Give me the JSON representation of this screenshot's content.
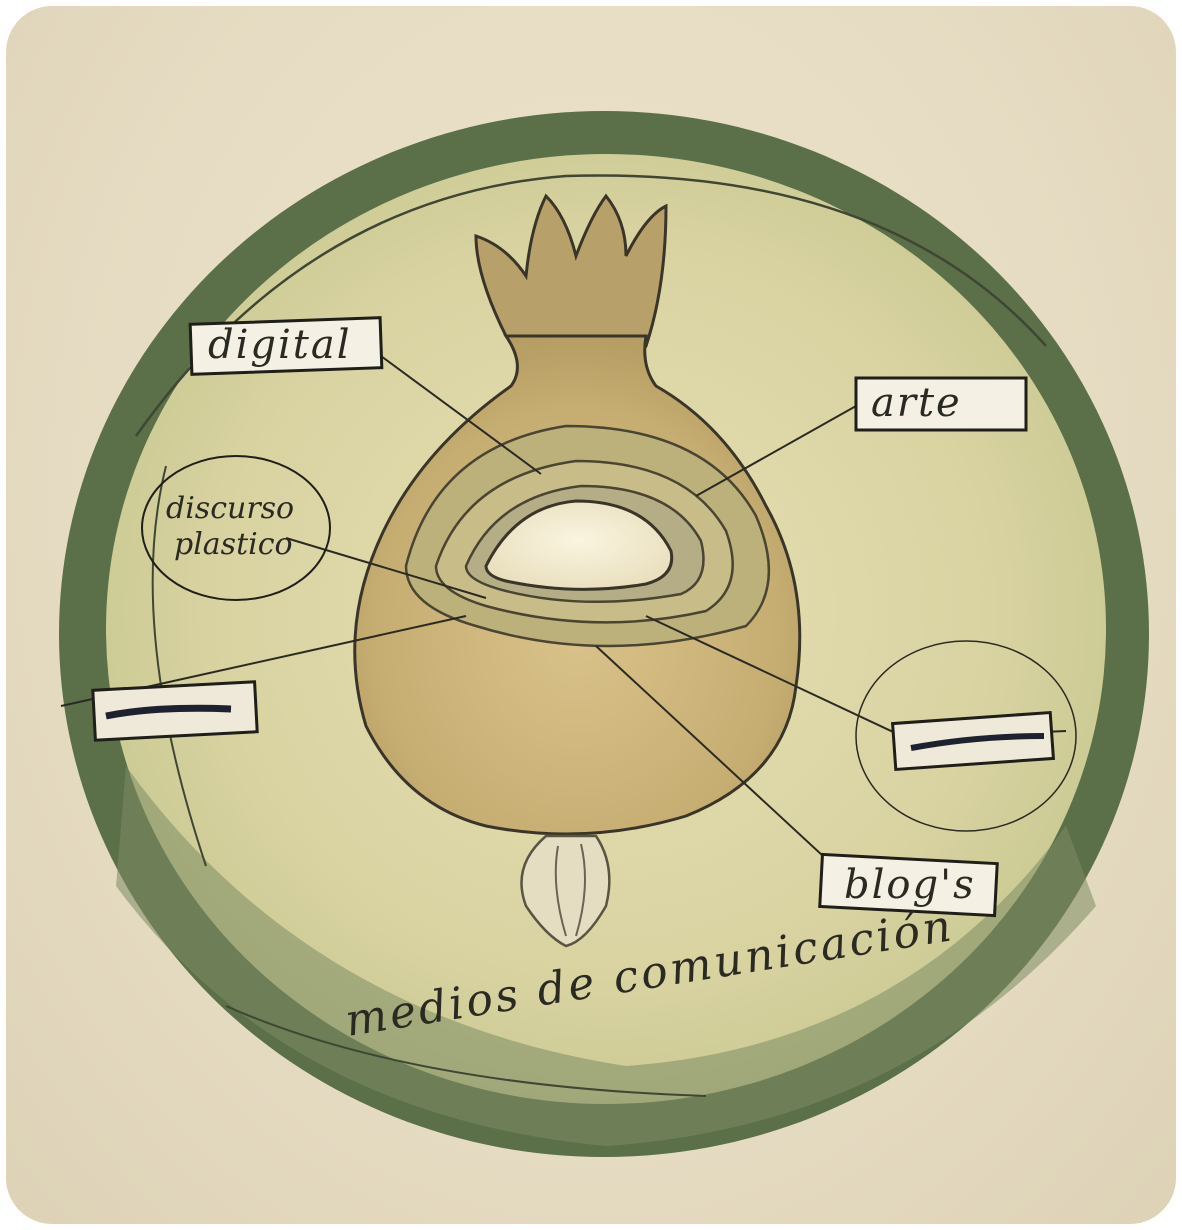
{
  "labels": {
    "digital": "digital",
    "arte": "arte",
    "discurso_line1": "discurso",
    "discurso_line2": "plastico",
    "blogs": "blog's",
    "caption": "medios de comunicación"
  },
  "colors": {
    "paper": "#e8dfc6",
    "disc_border": "#58704a",
    "disc_fill": "#ddd6a6",
    "bulb": "#c9b27a",
    "eye": "#f3ecd4",
    "ink": "#2b2a22"
  }
}
